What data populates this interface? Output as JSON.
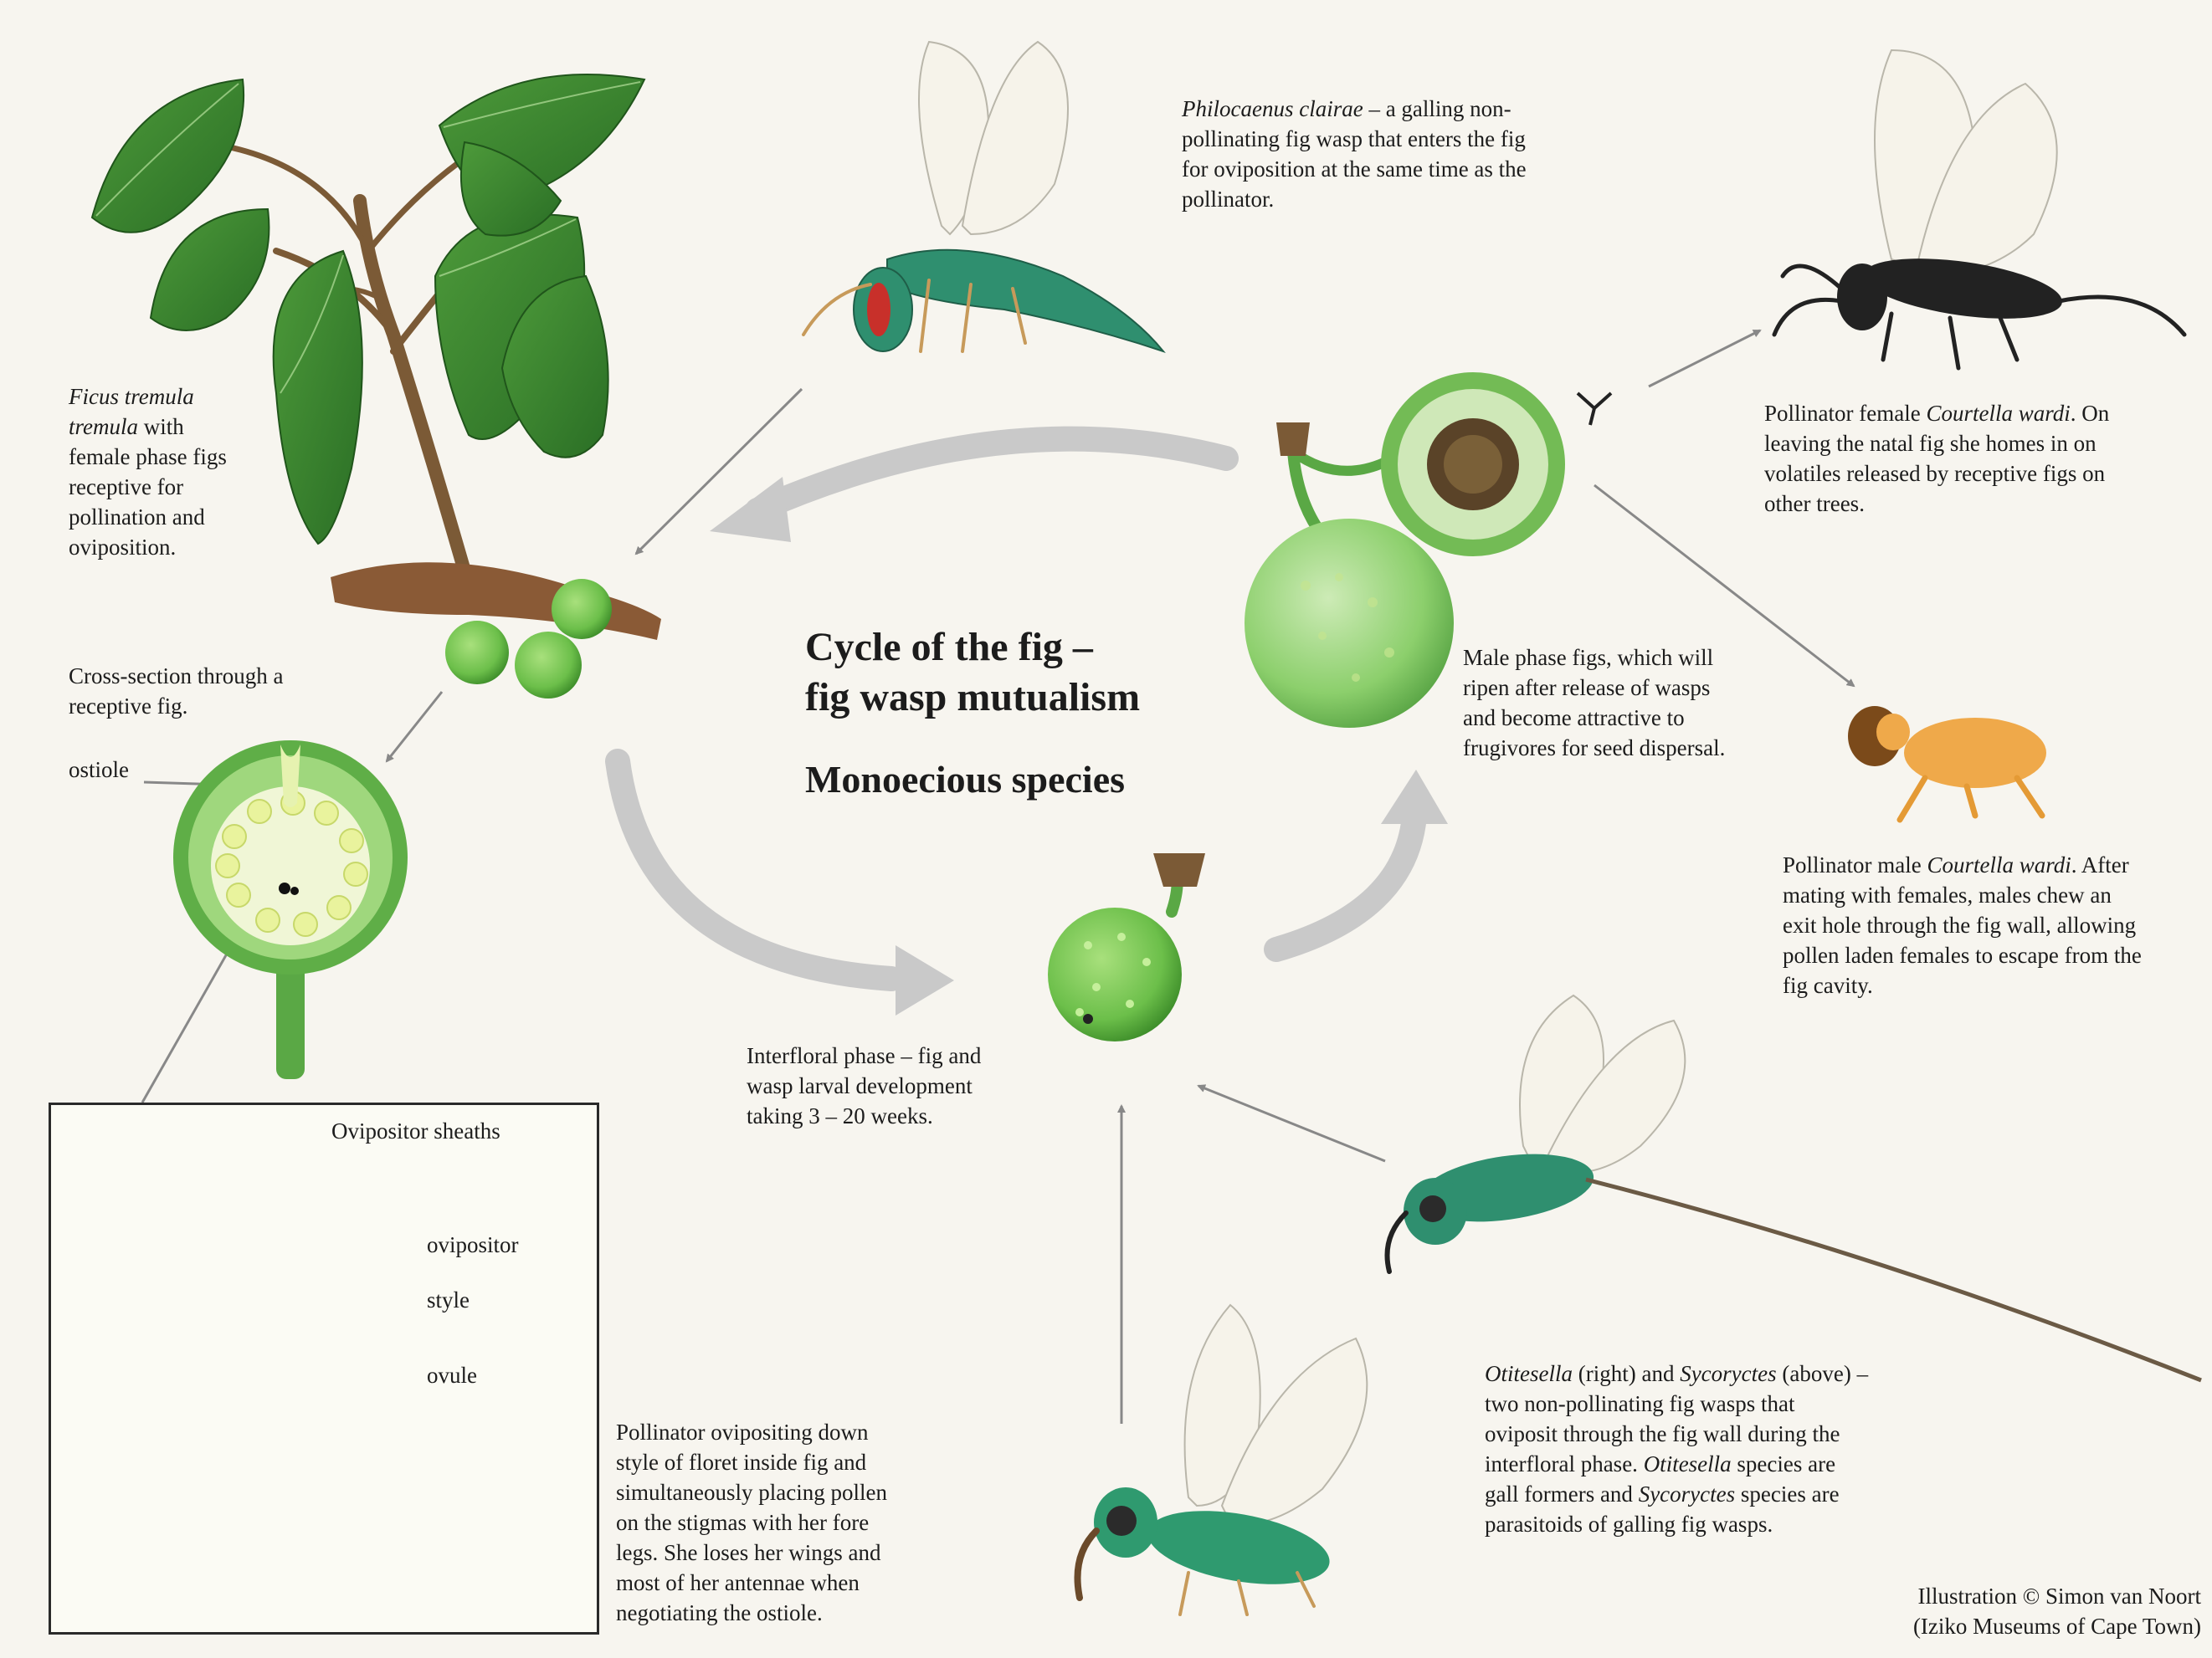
{
  "title": "Cycle of the fig –\nfig wasp mutualism",
  "subtitle": "Monoecious species",
  "colors": {
    "background": "#f7f5ef",
    "fig_green": "#7fc95a",
    "fig_dark": "#3f8f2b",
    "leaf": "#3f8a31",
    "cycle_arrow": "#c9c9c9",
    "pointer": "#888888",
    "wasp_black": "#222222",
    "wasp_green": "#2f8f6f",
    "male_wasp": "#efa94a"
  },
  "captions": {
    "ficus": {
      "italic": "Ficus tremula\ntremula",
      "text": " with\nfemale phase figs\nreceptive for\npollination and\noviposition."
    },
    "cross_section": "Cross-section through a\nreceptive fig.",
    "philocaenus": {
      "italic": "Philocaenus clairae",
      "text": " – a galling non-\npollinating fig wasp that enters the fig\nfor oviposition at the same time as the\npollinator."
    },
    "pollinator_female": {
      "pre": "Pollinator female ",
      "italic": "Courtella wardi",
      "post": ". On\nleaving the natal fig she homes in on\nvolatiles released by receptive figs on\nother trees."
    },
    "male_phase": "Male phase figs, which will\nripen after release of wasps\nand become attractive to\nfrugivores for seed dispersal.",
    "pollinator_male": {
      "pre": "Pollinator male ",
      "italic": "Courtella wardi",
      "post": ". After\nmating with females, males chew an\nexit hole through the fig wall, allowing\npollen laden females to escape from the\nfig cavity."
    },
    "interfloral": "Interfloral phase – fig and\nwasp larval development\ntaking 3 – 20 weeks.",
    "ovipositing": "Pollinator ovipositing down\nstyle of floret inside fig and\nsimultaneously placing pollen\non the stigmas with her fore\nlegs. She loses her wings and\nmost of her antennae when\nnegotiating the ostiole.",
    "otitesella": {
      "i1": "Otitesella",
      "t1": " (right) and ",
      "i2": "Sycoryctes",
      "t2": " (above) –\ntwo non-pollinating fig wasps that\noviposit through the fig wall during the\ninterfloral phase. ",
      "i3": "Otitesella",
      "t3": " species are\ngall formers and ",
      "i4": "Sycoryctes",
      "t4": " species are\nparasitoids of galling fig wasps."
    },
    "credit": "Illustration © Simon van Noort\n(Iziko Museums of Cape Town)"
  },
  "labels": {
    "ostiole": "ostiole",
    "ovipositor_sheaths": "Ovipositor sheaths",
    "ovipositor": "ovipositor",
    "style": "style",
    "ovule": "ovule"
  }
}
